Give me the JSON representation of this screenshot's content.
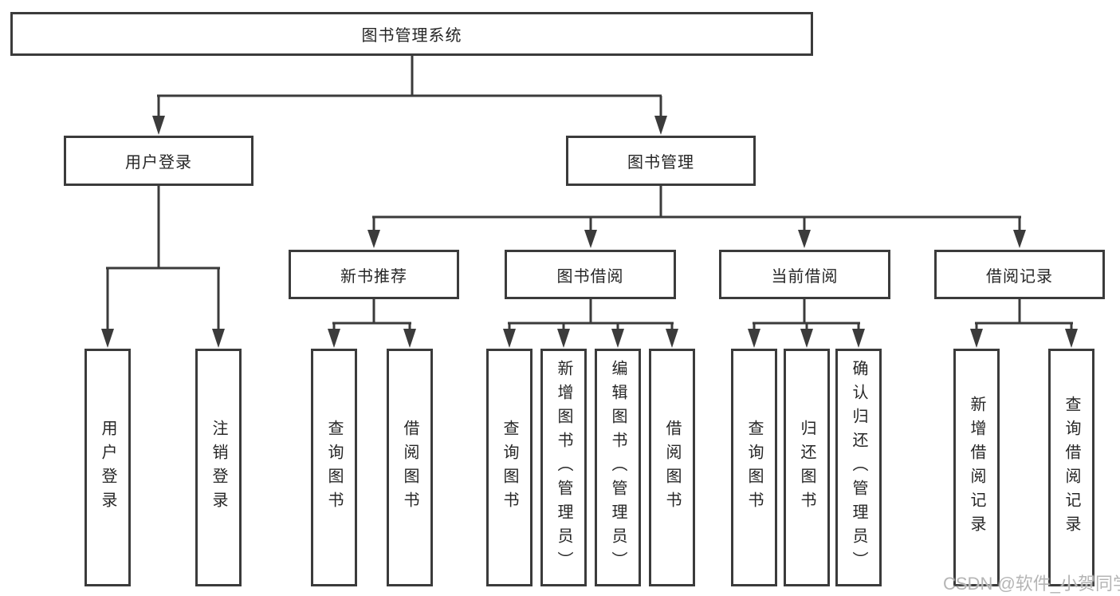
{
  "tree": {
    "label": "图书管理系统",
    "children": [
      {
        "label": "用户登录",
        "children": [
          {
            "label": "用户登录"
          },
          {
            "label": "注销登录"
          }
        ]
      },
      {
        "label": "图书管理",
        "children": [
          {
            "label": "新书推荐",
            "children": [
              {
                "label": "查询图书"
              },
              {
                "label": "借阅图书"
              }
            ]
          },
          {
            "label": "图书借阅",
            "children": [
              {
                "label": "查询图书"
              },
              {
                "label": "新增图书（管理员）"
              },
              {
                "label": "编辑图书（管理员）"
              },
              {
                "label": "借阅图书"
              }
            ]
          },
          {
            "label": "当前借阅",
            "children": [
              {
                "label": "查询图书"
              },
              {
                "label": "归还图书"
              },
              {
                "label": "确认归还（管理员）"
              }
            ]
          },
          {
            "label": "借阅记录",
            "children": [
              {
                "label": "新增借阅记录"
              },
              {
                "label": "查询借阅记录"
              }
            ]
          }
        ]
      }
    ]
  },
  "watermark": "CSDN @软件_小贺同学",
  "colors": {
    "line": "#3b3b3b",
    "text": "#262626",
    "watermark": "#b5b5b5",
    "background": "#ffffff"
  }
}
